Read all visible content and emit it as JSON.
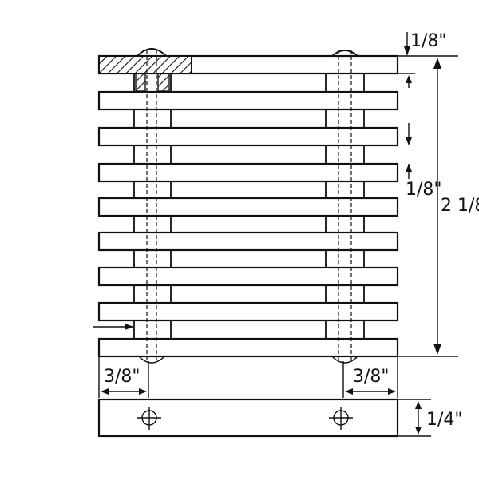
{
  "dimensions": {
    "top_gap": "1/8\"",
    "spacing": "1/8\"",
    "overall_height": "2 1/8\"",
    "left_offset": "3/8\"",
    "right_offset": "3/8\"",
    "base_thickness": "1/4\""
  }
}
